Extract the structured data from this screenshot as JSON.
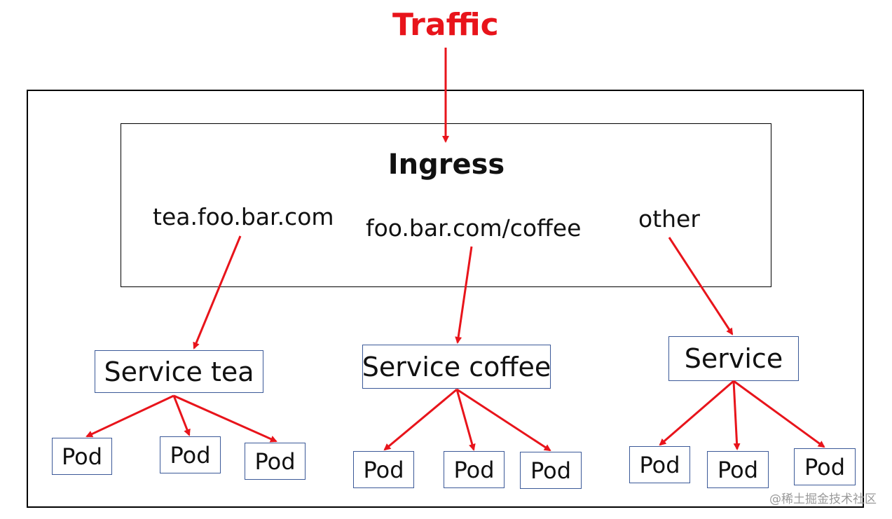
{
  "title": "Traffic",
  "ingress": {
    "label": "Ingress",
    "rules": [
      "tea.foo.bar.com",
      "foo.bar.com/coffee",
      "other"
    ]
  },
  "services": [
    {
      "label": "Service tea",
      "pods": [
        "Pod",
        "Pod",
        "Pod"
      ]
    },
    {
      "label": "Service coffee",
      "pods": [
        "Pod",
        "Pod",
        "Pod"
      ]
    },
    {
      "label": "Service",
      "pods": [
        "Pod",
        "Pod",
        "Pod"
      ]
    }
  ],
  "watermark": "@稀土掘金技术社区",
  "colors": {
    "arrow": "#e8141b",
    "title": "#e8141b",
    "box_border": "#3b5998"
  }
}
